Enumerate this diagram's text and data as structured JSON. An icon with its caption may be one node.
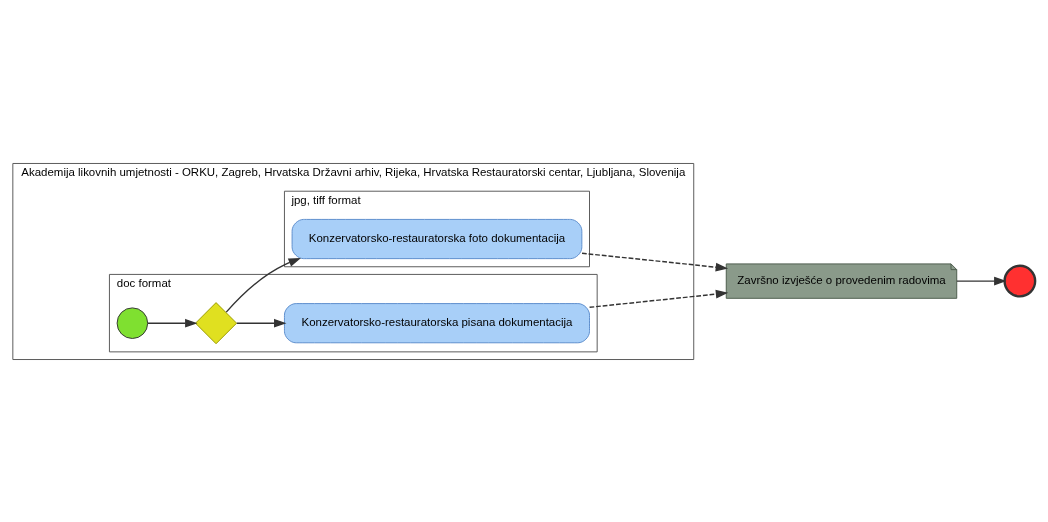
{
  "diagram": {
    "nodes": [
      {
        "text": [
          "Akademija likovnih umjetnosti - ORKU, Zagreb, Hrvatska Državni arhiv, Rijeka, Hrvatska Restauratorski centar, Ljubljana, Slovenija"
        ]
      },
      {
        "text": [
          "doc format"
        ],
        "in": 0
      },
      {
        "text": [
          "jpg, tiff format"
        ],
        "in": 0
      },
      {
        "text": [],
        "shape": "circle",
        "in": 1
      },
      {
        "text": [],
        "shape": "diamond",
        "in": 1
      },
      {
        "text": [
          "Konzervatorsko-restauratorska pisana dokumentacija"
        ],
        "in": 1
      },
      {
        "text": [
          "Konzervatorsko-restauratorska foto dokumentacija"
        ],
        "in": 2
      },
      {
        "text": [
          "Završno izvješće o provedenim radovima"
        ]
      },
      {
        "text": [],
        "shape": "circle"
      }
    ],
    "edges": [
      {
        "from": 3,
        "to": 4,
        "arrow": "to"
      },
      {
        "from": 4,
        "to": 5,
        "arrow": "to"
      },
      {
        "from": 4,
        "to": 6,
        "arrow": "to"
      },
      {
        "from": 5,
        "to": 7,
        "arrow": "to",
        "style": "dashed"
      },
      {
        "from": 6,
        "to": 7,
        "arrow": "to",
        "style": "dashed"
      },
      {
        "from": 7,
        "to": 8,
        "arrow": "to"
      }
    ]
  }
}
